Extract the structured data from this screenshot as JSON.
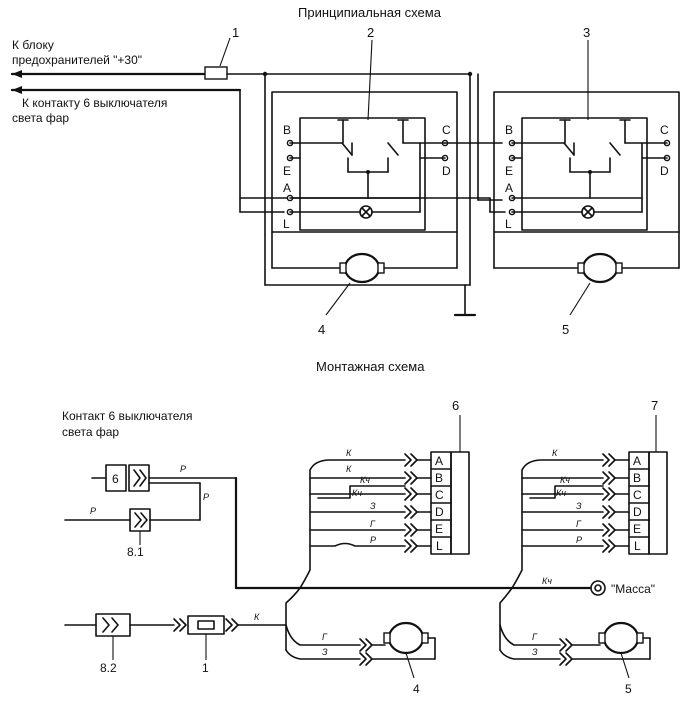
{
  "schematic": {
    "title": "Принципиальная схема",
    "to_fuse_block": [
      "К блоку",
      "предохранителей  \"+30\""
    ],
    "to_switch": [
      "К контакту 6 выключателя",
      "света фар"
    ],
    "relay_pins": [
      "B",
      "E",
      "A",
      "L",
      "C",
      "D"
    ],
    "callouts": [
      "1",
      "2",
      "3",
      "4",
      "5"
    ]
  },
  "wiring": {
    "title": "Монтажная схема",
    "switch_label": [
      "Контакт 6 выключателя",
      "света фар"
    ],
    "switch_pin": "6",
    "connector_pins": [
      "A",
      "B",
      "C",
      "D",
      "E",
      "L"
    ],
    "wire_colors_left": [
      "К",
      "К",
      "Кч",
      "Кч",
      "З",
      "Г",
      "Р"
    ],
    "wire_colors_right": [
      "К",
      "Кч",
      "Кч",
      "З",
      "Г",
      "Р"
    ],
    "wire_r": "Р",
    "wire_k": "К",
    "wire_g": "Г",
    "wire_z": "З",
    "wire_kch": "Кч",
    "ground_label": "\"Масса\"",
    "callouts": [
      "6",
      "7",
      "8.1",
      "8.2",
      "1",
      "4",
      "5"
    ]
  }
}
